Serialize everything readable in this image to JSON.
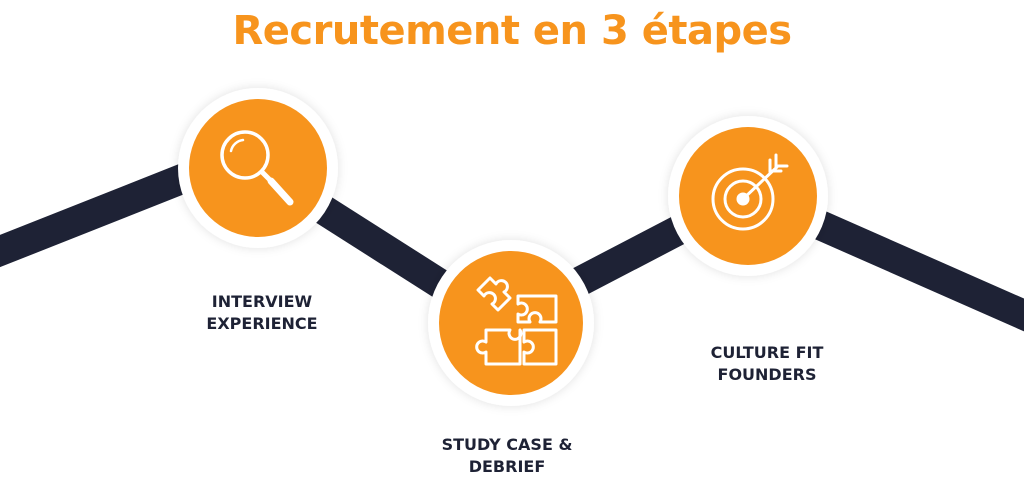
{
  "title": "Recrutement en 3 étapes",
  "colors": {
    "accent": "#F7941D",
    "path": "#1E2235",
    "ring": "#FFFFFF",
    "icon_stroke": "#FFFFFF"
  },
  "steps": [
    {
      "icon": "magnifier-icon",
      "label_lines": [
        "INTERVIEW",
        "EXPERIENCE"
      ]
    },
    {
      "icon": "puzzle-icon",
      "label_lines": [
        "STUDY CASE &",
        "DEBRIEF"
      ]
    },
    {
      "icon": "target-icon",
      "label_lines": [
        "CULTURE FIT",
        "FOUNDERS"
      ]
    }
  ]
}
